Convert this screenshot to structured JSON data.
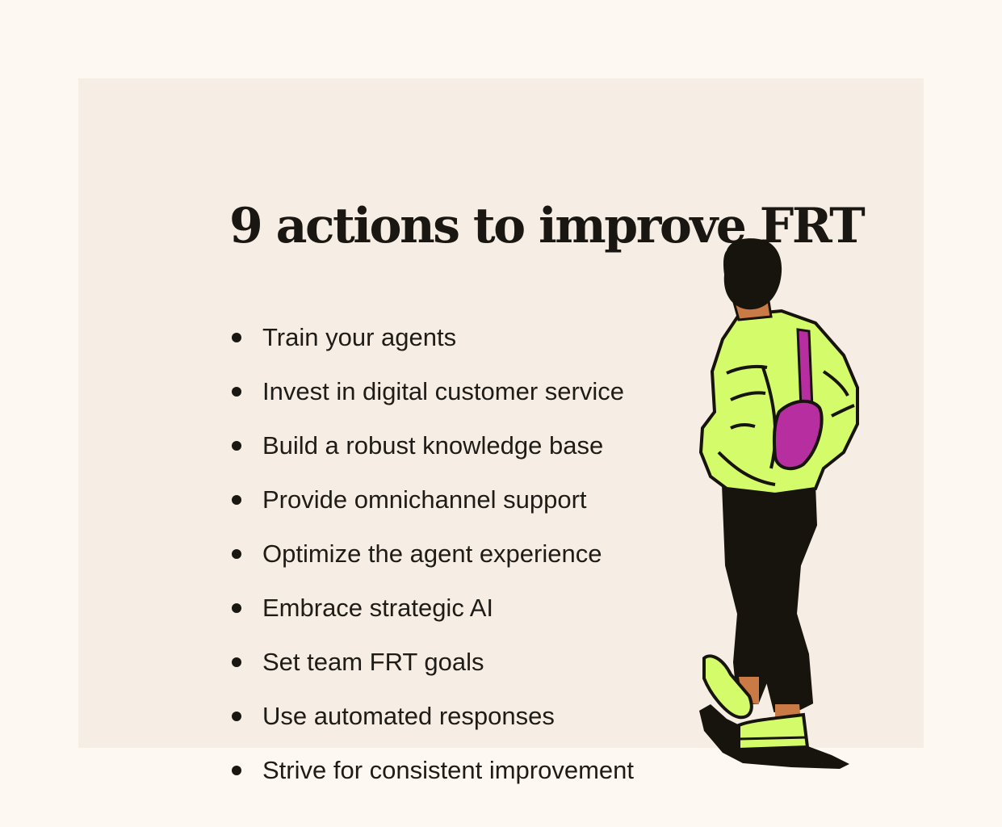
{
  "title": "9 actions to improve FRT",
  "actions": [
    "Train your agents",
    "Invest in digital customer service",
    "Build a robust knowledge base",
    "Provide omnichannel support",
    "Optimize the agent experience",
    "Embrace strategic AI",
    "Set team FRT goals",
    "Use automated responses",
    "Strive for consistent improvement"
  ],
  "illustration": {
    "subject": "person-walking-illustration",
    "colors": {
      "jacket": "#d4fb6a",
      "bag": "#b62ea0",
      "pants": "#17130d",
      "skin": "#c97a45",
      "shoes": "#d4fb6a"
    }
  },
  "colors": {
    "page_bg": "#fdf8f2",
    "card_bg": "#f6eee5",
    "text": "#1a1712"
  }
}
